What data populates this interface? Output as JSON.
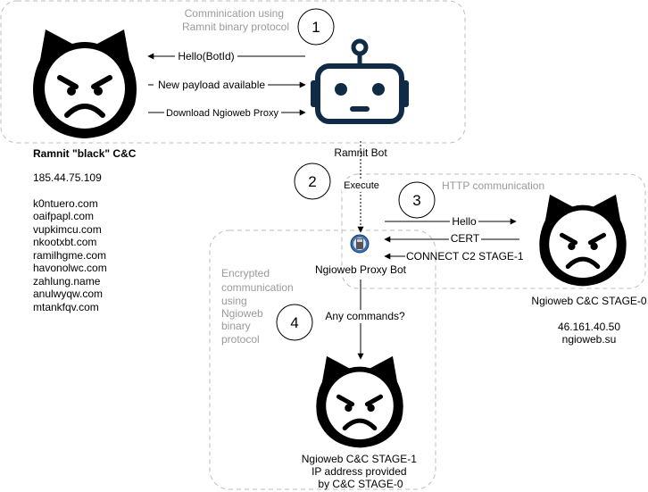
{
  "groups": {
    "ramnit_protocol": "Comminication using\nRamnit binary protocol",
    "http": "HTTP communication",
    "encrypted": "Encrypted\ncommunication\nusing\nNgioweb\nbinary\nprotocol"
  },
  "steps": [
    "1",
    "2",
    "3",
    "4"
  ],
  "nodes": {
    "ramnit_cc": {
      "title": "Ramnit \"black\" C&C",
      "ip": "185.44.75.109",
      "domains": [
        "k0ntuero.com",
        "oaifpapl.com",
        "vupkimcu.com",
        "nkootxbt.com",
        "ramilhgme.com",
        "havonolwc.com",
        "zahlung.name",
        "anulwyqw.com",
        "mtankfqv.com"
      ]
    },
    "ramnit_bot": {
      "label": "Ramnit Bot"
    },
    "proxy_bot": {
      "label": "Ngioweb Proxy Bot"
    },
    "stage0": {
      "label": "Ngioweb C&C STAGE-0",
      "ip": "46.161.40.50",
      "domain": "ngioweb.su"
    },
    "stage1": {
      "label": "Ngioweb C&C STAGE-1\nIP address provided\nby C&C STAGE-0"
    }
  },
  "edges": {
    "hello_botid": "Hello(BotId)",
    "new_payload": "New payload available",
    "download_proxy": "Download Ngioweb Proxy",
    "execute": "Execute",
    "hello": "Hello",
    "cert": "CERT",
    "connect_c2": "CONNECT C2 STAGE-1",
    "any_commands": "Any commands?"
  }
}
